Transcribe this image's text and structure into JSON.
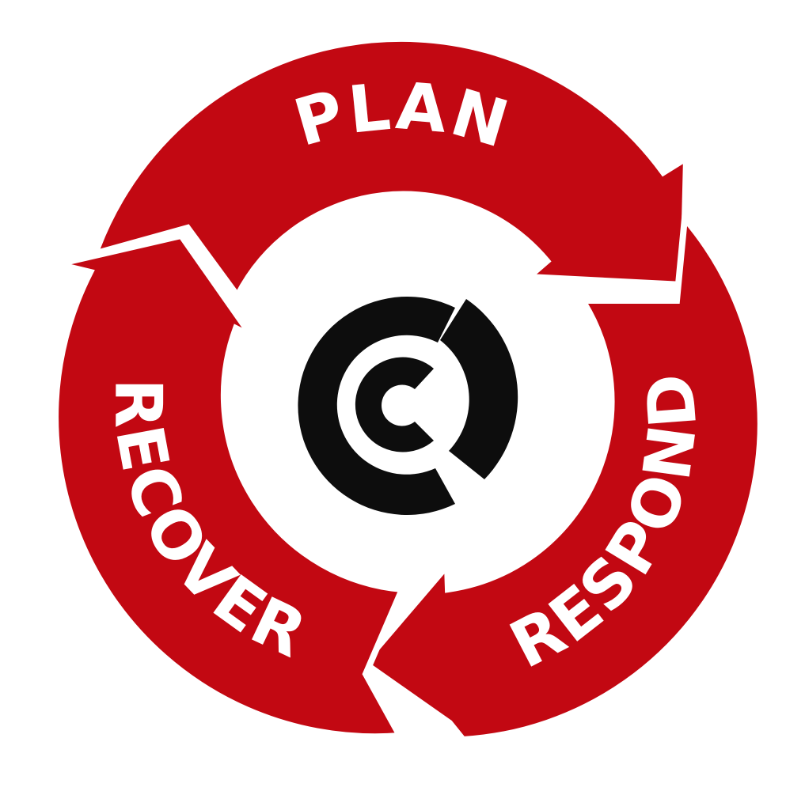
{
  "diagram": {
    "stages": [
      {
        "id": "plan",
        "label": "PLAN"
      },
      {
        "id": "respond",
        "label": "RESPOND"
      },
      {
        "id": "recover",
        "label": "RECOVER"
      }
    ],
    "logo": {
      "icon": "concentric-c-logo-icon"
    },
    "colors": {
      "ring": "#c20812",
      "text": "#ffffff",
      "logo": "#0d0d0d",
      "background": "#ffffff"
    }
  }
}
